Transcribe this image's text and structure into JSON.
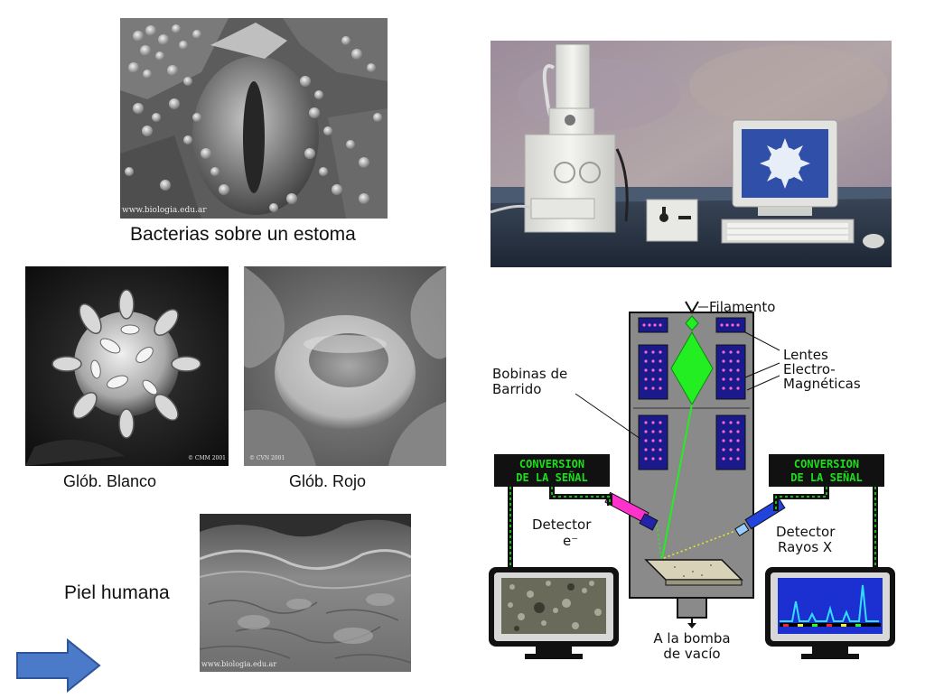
{
  "slide": {
    "captions": {
      "stomata": "Bacterias sobre un estoma",
      "white_cell": "Glób. Blanco",
      "red_cell": "Glób. Rojo",
      "skin": "Piel humana"
    },
    "watermarks": {
      "stomata": "www.biologia.edu.ar",
      "white_cell": "© CMM 2001",
      "red_cell": "© CVN 2001",
      "skin": "www.biologia.edu.ar"
    }
  },
  "diagram": {
    "labels": {
      "filament": "Filamento",
      "lenses_1": "Lentes",
      "lenses_2": "Electro-",
      "lenses_3": "Magnéticas",
      "coils_1": "Bobinas de",
      "coils_2": "Barrido",
      "detector_e_1": "Detector",
      "detector_e_2": "e⁻",
      "detector_x_1": "Detector",
      "detector_x_2": "Rayos X",
      "pump_1": "A la bomba",
      "pump_2": "de vacío"
    },
    "panels": {
      "left_1": "CONVERSION",
      "left_2": "DE LA SEÑAL",
      "right_1": "CONVERSION",
      "right_2": "DE LA SEÑAL"
    }
  },
  "nav": {
    "next_icon": "right-arrow-icon"
  },
  "colors": {
    "beam": "#22ee22",
    "coil": "#1a1a8c",
    "column": "#8a8a8a",
    "arrow": "#4a7ac8"
  }
}
